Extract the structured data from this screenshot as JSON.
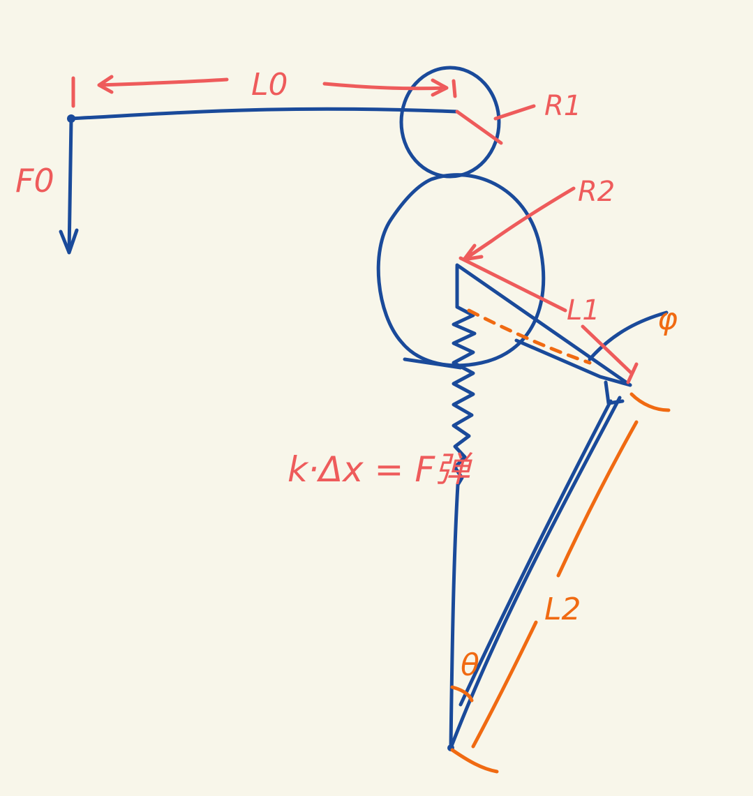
{
  "canvas": {
    "background": "#f8f6ea",
    "colors": {
      "structure": "#1a4a9a",
      "annotation_red": "#ee5b5b",
      "annotation_orange": "#f06a12"
    }
  },
  "labels": {
    "L0": "L0",
    "F0": "F0",
    "R1": "R1",
    "R2": "R2",
    "L1": "L1",
    "phi": "φ",
    "spring": "k·Δx = F弹",
    "L2": "L2",
    "theta": "θ"
  }
}
